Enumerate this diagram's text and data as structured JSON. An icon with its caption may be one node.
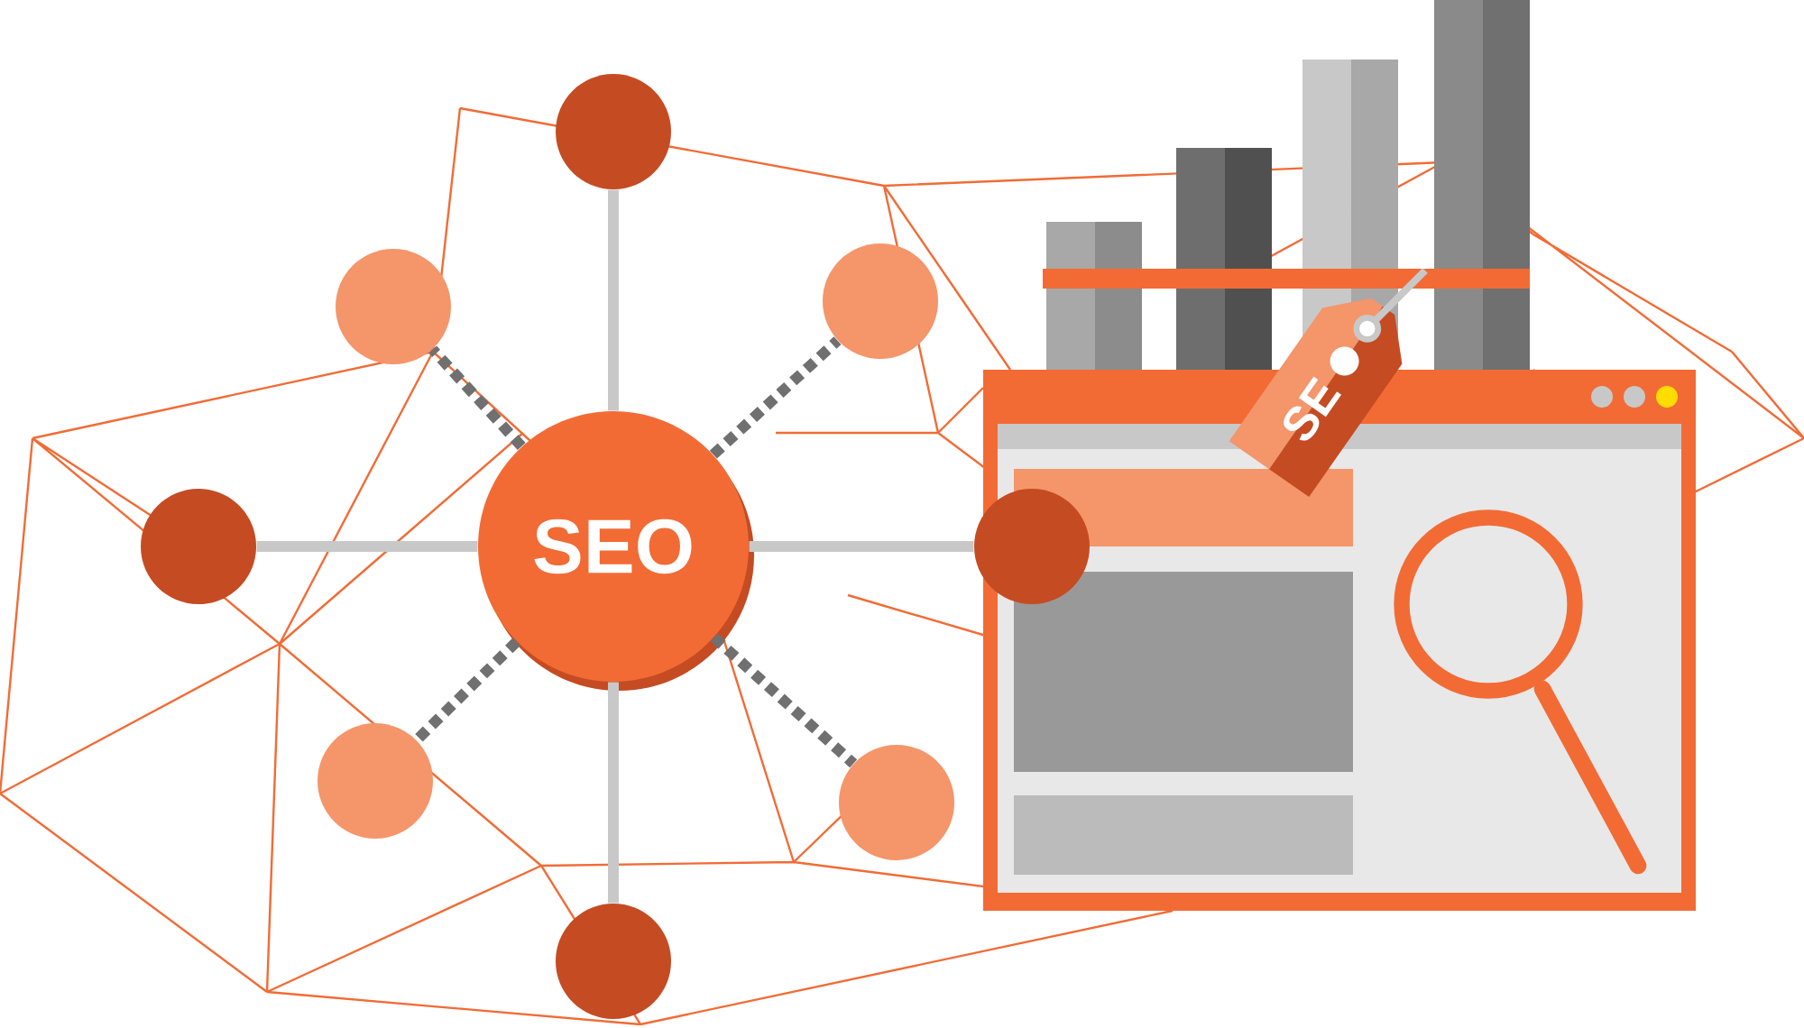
{
  "diagram": {
    "nodes": [
      {
        "text": [
          "SEO"
        ]
      },
      {
        "text": [],
        "shape": "circle"
      },
      {
        "text": [],
        "shape": "circle"
      },
      {
        "text": [],
        "shape": "circle"
      },
      {
        "text": [],
        "shape": "circle"
      },
      {
        "text": [],
        "shape": "circle"
      },
      {
        "text": [],
        "shape": "circle"
      },
      {
        "text": [],
        "shape": "circle"
      },
      {
        "text": [],
        "shape": "circle"
      },
      {
        "text": [
          "SE"
        ]
      }
    ],
    "edges": [
      {
        "from": 0,
        "to": 1,
        "arrow": "none"
      },
      {
        "from": 0,
        "to": 2,
        "arrow": "none",
        "style": "dashed"
      },
      {
        "from": 0,
        "to": 3,
        "arrow": "none",
        "style": "dashed"
      },
      {
        "from": 0,
        "to": 4,
        "arrow": "none"
      },
      {
        "from": 0,
        "to": 5,
        "arrow": "none"
      },
      {
        "from": 0,
        "to": 6,
        "arrow": "none",
        "style": "dashed"
      },
      {
        "from": 0,
        "to": 7,
        "arrow": "none",
        "style": "dashed"
      },
      {
        "from": 0,
        "to": 8,
        "arrow": "none"
      }
    ]
  }
}
